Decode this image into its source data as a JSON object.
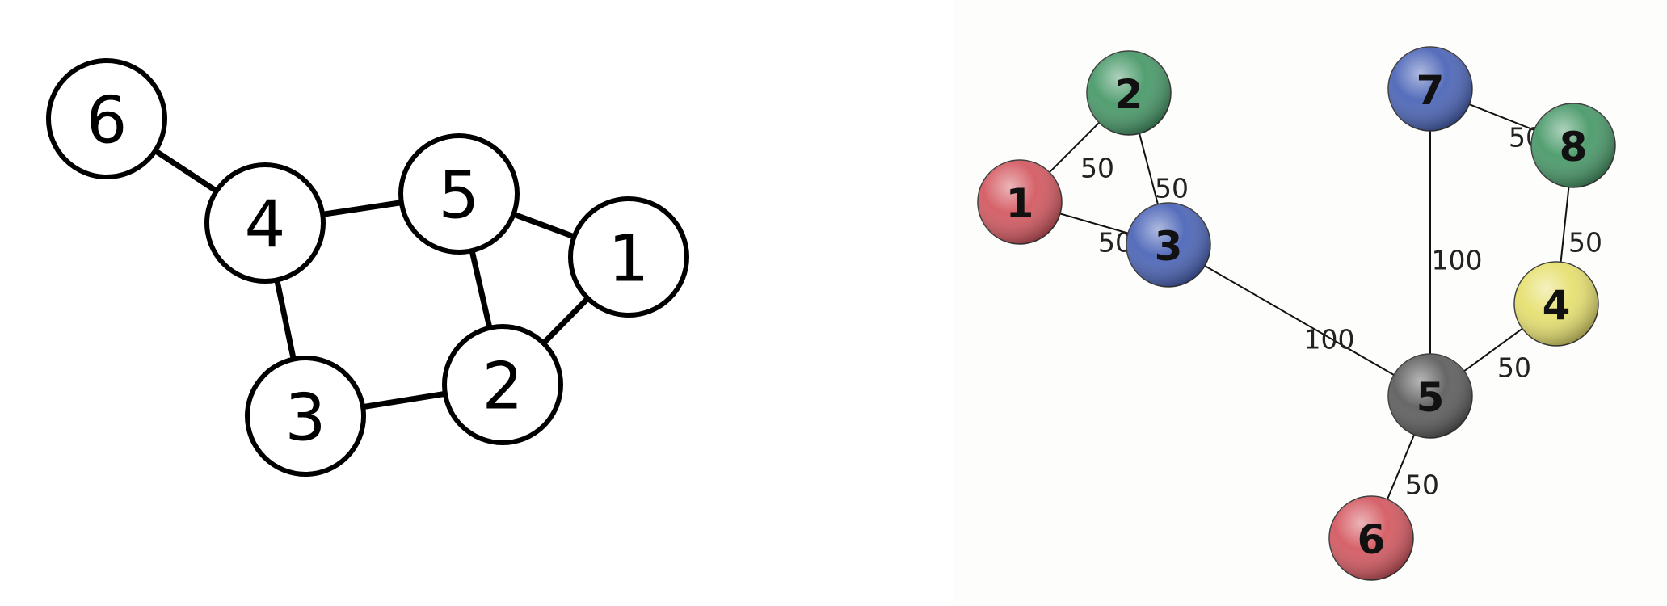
{
  "graphs": [
    {
      "nodes": [
        {
          "label": "6"
        },
        {
          "label": "4"
        },
        {
          "label": "5"
        },
        {
          "label": "1"
        },
        {
          "label": "3"
        },
        {
          "label": "2"
        }
      ],
      "edges": [
        {
          "from": "6",
          "to": "4"
        },
        {
          "from": "4",
          "to": "5"
        },
        {
          "from": "5",
          "to": "1"
        },
        {
          "from": "4",
          "to": "3"
        },
        {
          "from": "5",
          "to": "2"
        },
        {
          "from": "1",
          "to": "2"
        },
        {
          "from": "3",
          "to": "2"
        }
      ]
    },
    {
      "nodes": [
        {
          "label": "2",
          "color": "#4a9a6a"
        },
        {
          "label": "7",
          "color": "#4d66b8"
        },
        {
          "label": "8",
          "color": "#4a9a6a"
        },
        {
          "label": "1",
          "color": "#d45a62"
        },
        {
          "label": "3",
          "color": "#4d66b8"
        },
        {
          "label": "4",
          "color": "#e6e070"
        },
        {
          "label": "5",
          "color": "#5f5f5f"
        },
        {
          "label": "6",
          "color": "#d45a62"
        }
      ],
      "edges": [
        {
          "from": "1",
          "to": "2",
          "weight": "50"
        },
        {
          "from": "2",
          "to": "3",
          "weight": "50"
        },
        {
          "from": "1",
          "to": "3",
          "weight": "50"
        },
        {
          "from": "3",
          "to": "5",
          "weight": "100"
        },
        {
          "from": "7",
          "to": "5",
          "weight": "100"
        },
        {
          "from": "7",
          "to": "8",
          "weight": "50"
        },
        {
          "from": "8",
          "to": "4",
          "weight": "50"
        },
        {
          "from": "4",
          "to": "5",
          "weight": "50"
        },
        {
          "from": "5",
          "to": "6",
          "weight": "50"
        }
      ]
    }
  ]
}
